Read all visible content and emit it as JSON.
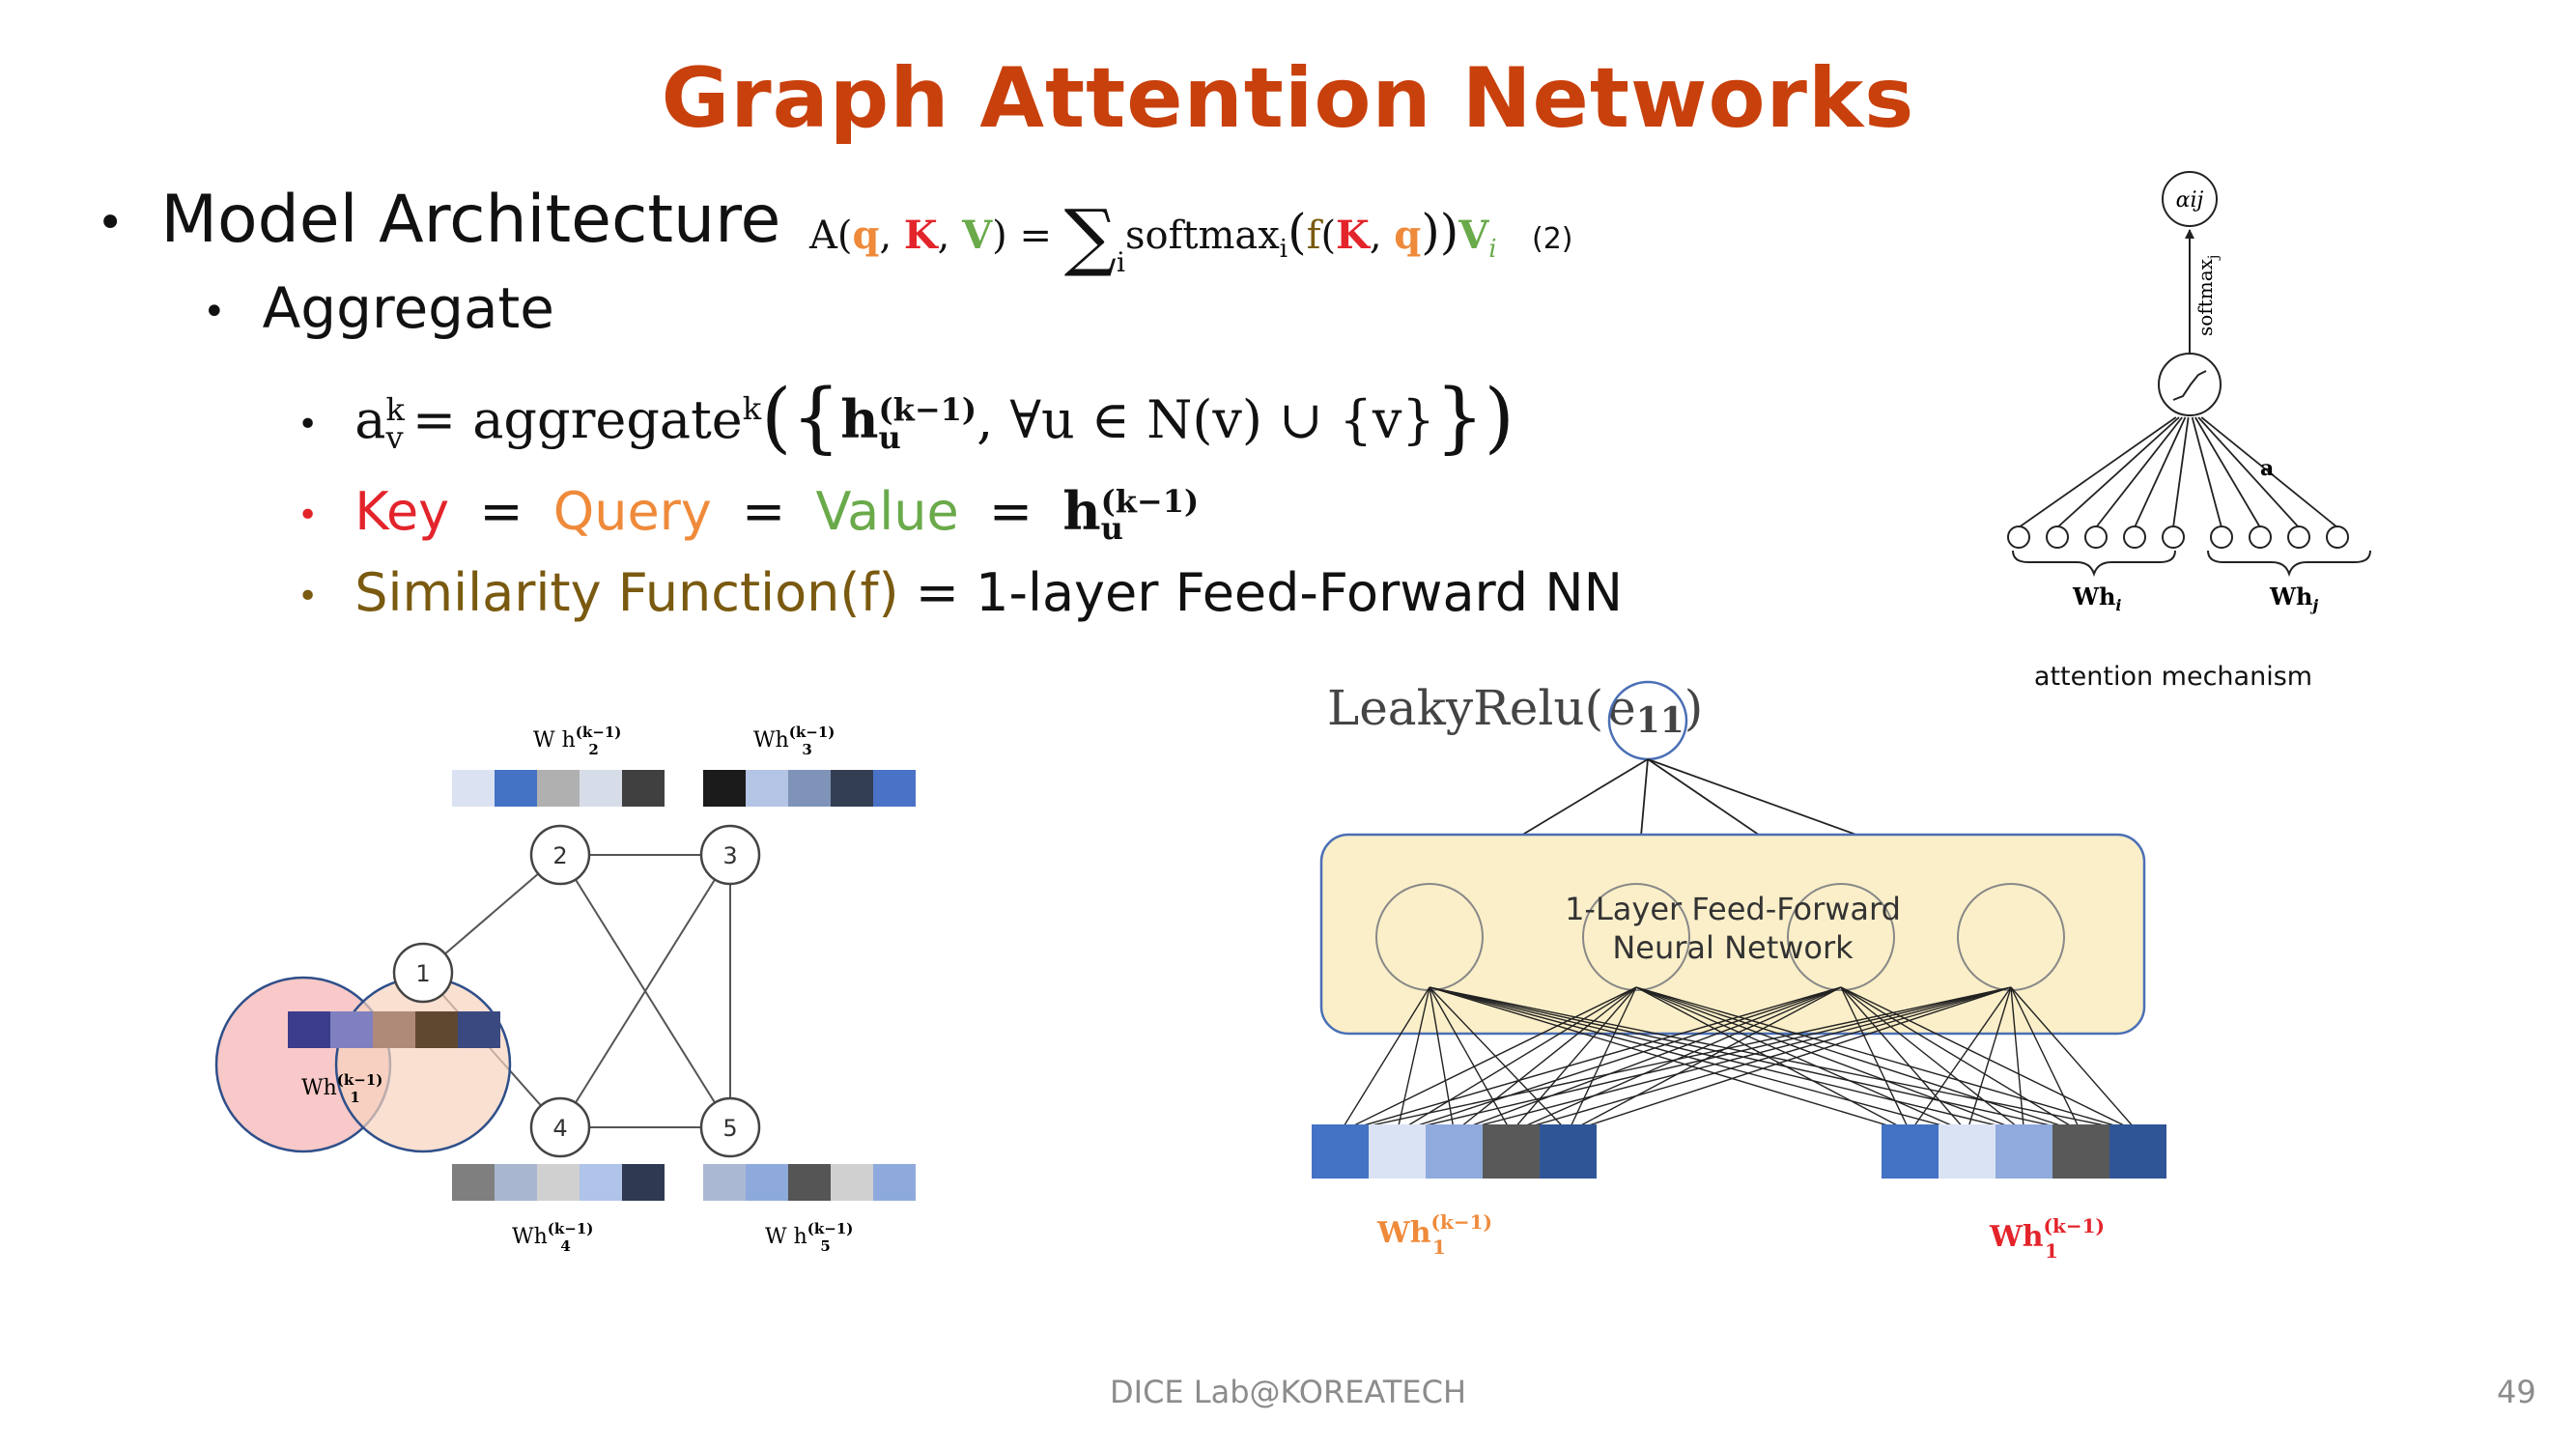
{
  "slide": {
    "title": "Graph Attention Networks",
    "footer": "DICE  Lab@KOREATECH",
    "page_number": "49"
  },
  "colors": {
    "title": "#c8400c",
    "key": "#e3242b",
    "query": "#ef8a3a",
    "value": "#6aaa4a",
    "similarity": "#7a5a10",
    "panel_fill": "#fbefc9",
    "panel_border": "#4a6fb5"
  },
  "bullets": {
    "model_architecture": "Model Architecture",
    "aggregate": "Aggregate",
    "aggregate_formula": {
      "lhs": "a",
      "lhs_sup": "k",
      "lhs_sub": "v",
      "rhs": "= aggregate",
      "rhs_sup": "k",
      "h": "h",
      "h_sup": "(k−1)",
      "h_sub": "u",
      "tail": ", ∀u ∈ N(v) ∪ {v}"
    },
    "key_label": "Key",
    "query_label": "Query",
    "value_label": "Value",
    "equals": "=",
    "kqv_h": "h",
    "kqv_h_sup": "(k−1)",
    "kqv_h_sub": "u",
    "similarity_label": "Similarity Function(f)",
    "similarity_rest": " = 1-layer Feed-Forward NN"
  },
  "equation": {
    "text_a": "A(",
    "q": "q",
    "comma1": ", ",
    "K": "K",
    "comma2": ", ",
    "V": "V",
    "close_eq": ") = ",
    "sigma": "∑",
    "sigma_sub": "i",
    "softmax": "softmax",
    "softmax_sub": "i",
    "open": "(",
    "f": "f",
    "f_open": "(",
    "K2": "K",
    "comma3": ", ",
    "q2": "q",
    "f_close": "))",
    "Vi": "V",
    "Vi_sub": "i",
    "number": "(2)"
  },
  "attention_mechanism": {
    "top_node": "αij",
    "softmax_label": "softmax",
    "softmax_sub": "j",
    "a_label": "a",
    "wh_i": "Wh",
    "wh_i_sub": "i",
    "wh_j": "Wh",
    "wh_j_sub": "j",
    "caption": "attention mechanism"
  },
  "graph": {
    "nodes": [
      "1",
      "2",
      "3",
      "4",
      "5"
    ],
    "label_wh2": "W h",
    "label_wh3": "Wh",
    "label_wh4": "Wh",
    "label_wh5": "W h",
    "label_wh1": "Wh",
    "sup": "(k−1)",
    "sub2": "2",
    "sub3": "3",
    "sub4": "4",
    "sub5": "5",
    "sub1": "1",
    "bars": {
      "wh2": [
        "#dbe3f3",
        "#4472c4",
        "#b0b0b0",
        "#d7dde8",
        "#404040"
      ],
      "wh3": [
        "#1b1b1b",
        "#b4c4e4",
        "#7f93b8",
        "#333e52",
        "#4a73c8"
      ],
      "wh4": [
        "#7f7f7f",
        "#a9b6cf",
        "#d0d0d0",
        "#b0c4ea",
        "#2f3a52"
      ],
      "wh5": [
        "#aab8d4",
        "#8eaadc",
        "#555555",
        "#d0d0d0",
        "#8eaadc"
      ],
      "wh1": [
        "#3c3c8c",
        "#8080c0",
        "#b08a78",
        "#604830",
        "#3a4a80"
      ]
    }
  },
  "ffnn": {
    "leaky_relu": "LeakyRelu(",
    "e": "e",
    "e_sub": "11",
    "leaky_close": ")",
    "panel_text_1": "1-Layer Feed-Forward",
    "panel_text_2": "Neural Network",
    "left_label": "Wh",
    "right_label": "Wh",
    "label_sup": "(k−1)",
    "label_sub": "1",
    "left_bar": [
      "#4472c4",
      "#dae3f3",
      "#8faadc",
      "#595959",
      "#2f5597"
    ],
    "right_bar": [
      "#4472c4",
      "#dae3f3",
      "#8faadc",
      "#595959",
      "#2f5597"
    ]
  }
}
